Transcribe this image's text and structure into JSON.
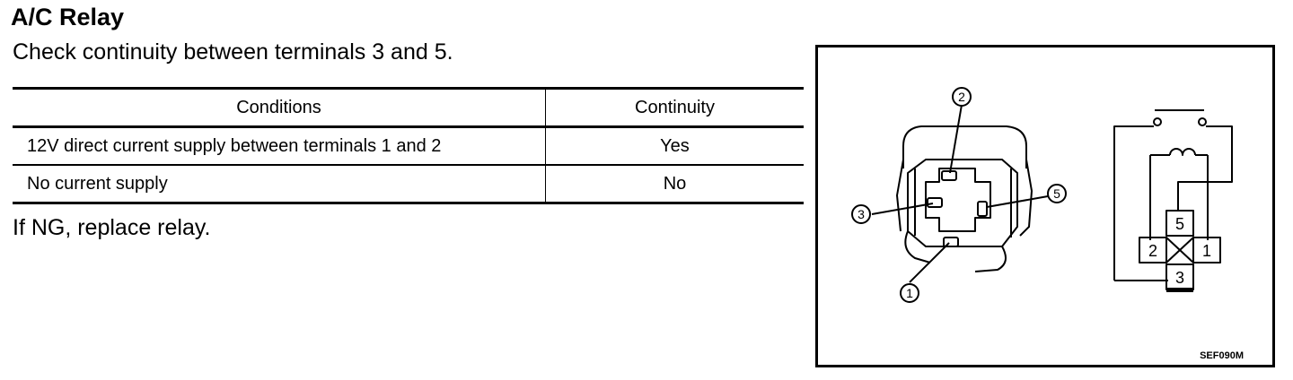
{
  "title": "A/C Relay",
  "instruction": "Check continuity between terminals 3 and 5.",
  "table": {
    "headers": [
      "Conditions",
      "Continuity"
    ],
    "rows": [
      [
        "12V direct current supply between terminals 1 and 2",
        "Yes"
      ],
      [
        "No current supply",
        "No"
      ]
    ]
  },
  "footer_note": "If NG, replace relay.",
  "figure": {
    "code": "SEF090M",
    "relay_terminal_callouts": [
      "2",
      "5",
      "3",
      "1"
    ],
    "schematic_terminals": [
      "5",
      "2",
      "1",
      "3"
    ]
  }
}
